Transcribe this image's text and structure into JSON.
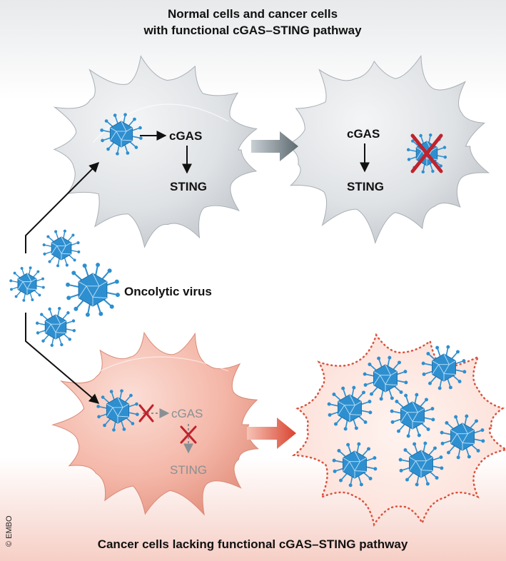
{
  "top_title": {
    "line1": "Normal cells and cancer cells",
    "line2": "with functional cGAS–STING pathway"
  },
  "bottom_title": "Cancer cells lacking functional cGAS–STING pathway",
  "virus_label": "Oncolytic virus",
  "copyright": "© EMBO",
  "top_left_cell": {
    "cgas": "cGAS",
    "sting": "STING"
  },
  "top_right_cell": {
    "cgas": "cGAS",
    "sting": "STING"
  },
  "bottom_left_cell": {
    "cgas": "cGAS",
    "sting": "STING"
  },
  "colors": {
    "normal_cell": "#dde0e3",
    "cancer_cell": "#f4b7a8",
    "virus": "#2e8fd0",
    "block_x": "#c0232c",
    "arrow_grey": "#6d7a80",
    "arrow_red": "#e0533f"
  }
}
